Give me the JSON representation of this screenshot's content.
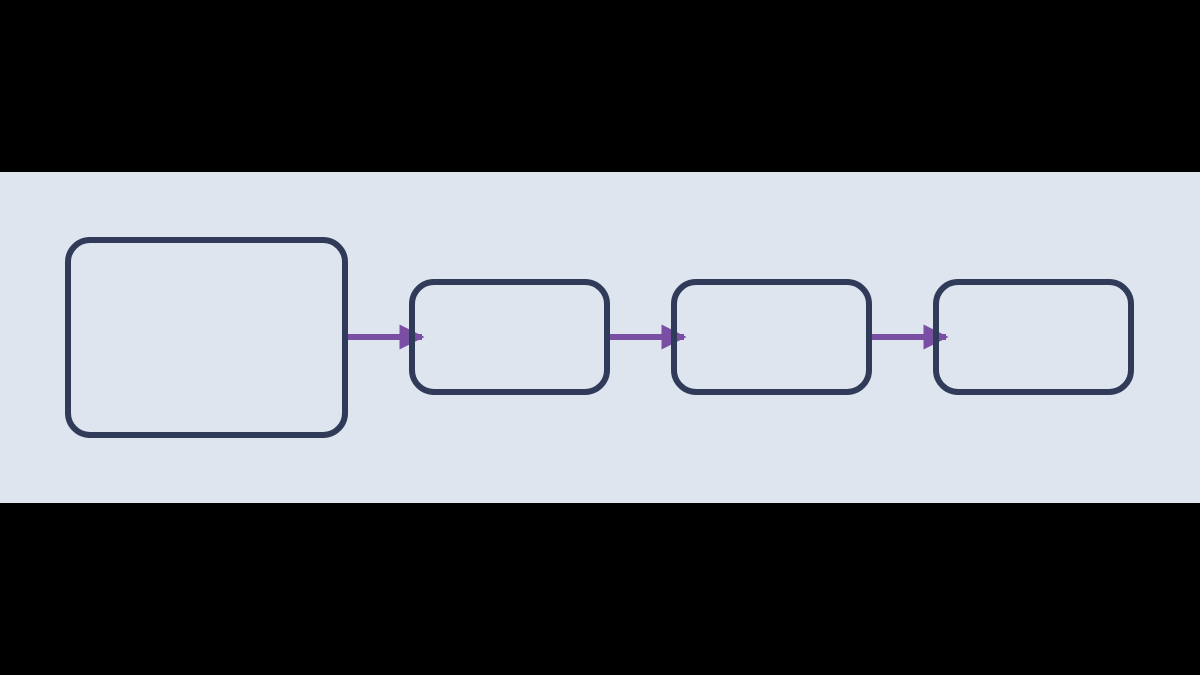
{
  "colors": {
    "letterbox": "#000000",
    "canvas": "#dfe5ef",
    "node_stroke": "#2f3b58",
    "arrow": "#7a4fa3"
  },
  "diagram": {
    "type": "flowchart",
    "direction": "left-to-right",
    "nodes": [
      {
        "id": "start",
        "label": ""
      },
      {
        "id": "step-1",
        "label": ""
      },
      {
        "id": "step-2",
        "label": ""
      },
      {
        "id": "step-3",
        "label": ""
      }
    ],
    "edges": [
      {
        "from": "start",
        "to": "step-1"
      },
      {
        "from": "step-1",
        "to": "step-2"
      },
      {
        "from": "step-2",
        "to": "step-3"
      }
    ]
  }
}
